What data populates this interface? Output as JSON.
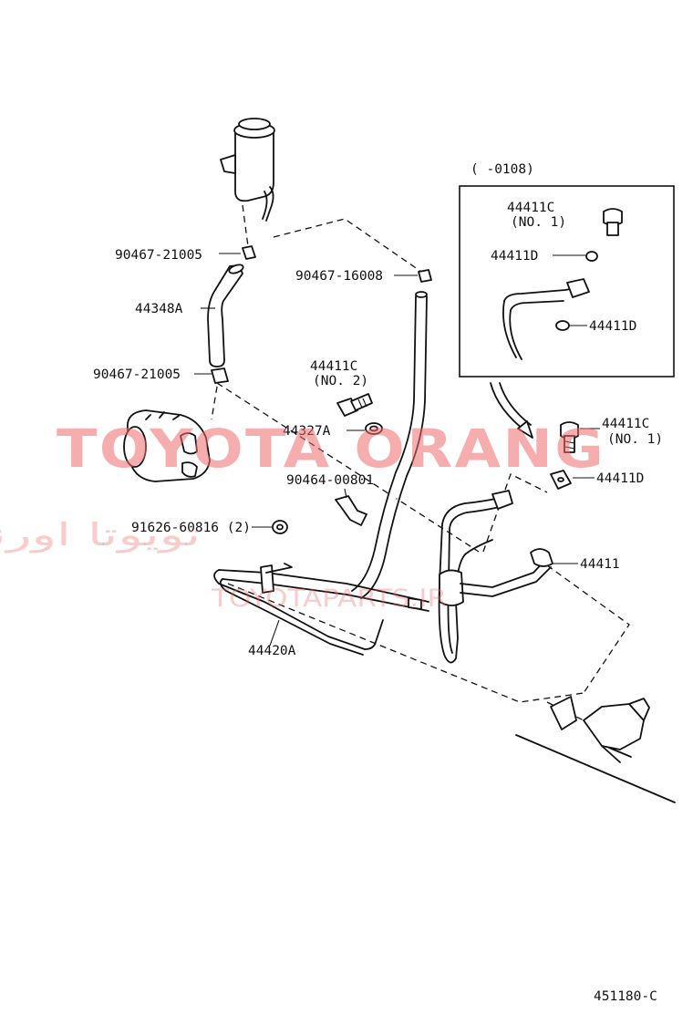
{
  "labels": {
    "clamp_upper": "90467-21005",
    "hose_upper": "44348A",
    "clamp_lower": "90467-21005",
    "clamp_right": "90467-16008",
    "union_bolt_no2_part": "44411C",
    "union_bolt_no2_sub": "(NO. 2)",
    "gasket": "44327A",
    "clamp_small": "90464-00801",
    "nut": "91626-60816 (2)",
    "tube_assy": "44420A",
    "union_bolt_no1_part": "44411C",
    "union_bolt_no1_sub": "(NO. 1)",
    "gasket_d": "44411D",
    "pressure_tube": "44411",
    "inset_title": "(     -0108)",
    "inset_bolt_part": "44411C",
    "inset_bolt_sub": "(NO. 1)",
    "inset_gasket_upper": "44411D",
    "inset_gasket_lower": "44411D",
    "figure_code": "451180-C"
  },
  "watermark": {
    "main": "TOYOTA ORANG",
    "persian": "تویوتا اورنگ",
    "site": "TOYOTAPARTS.IR",
    "color": "#ee6a6a"
  }
}
